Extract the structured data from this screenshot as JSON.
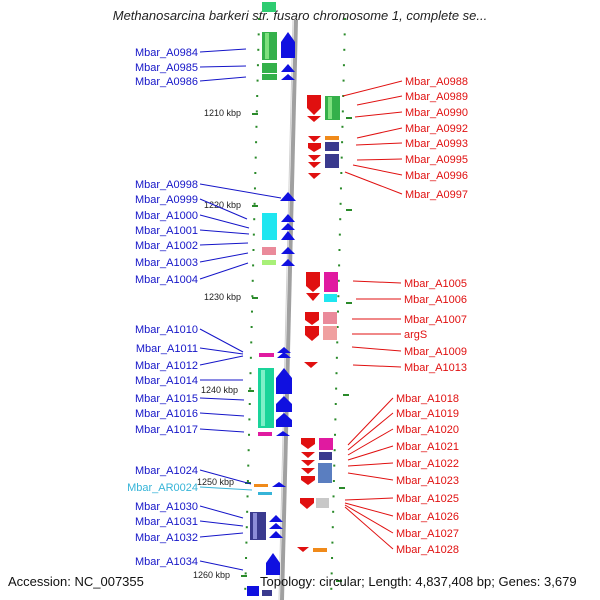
{
  "title": "Methanosarcina barkeri str. fusaro chromosome 1, complete se...",
  "footer": {
    "accession": "Accession: NC_007355",
    "topology": "Topology: circular; Length: 4,837,408 bp; Genes: 3,679"
  },
  "colors": {
    "left_label": "#1515c8",
    "right_label": "#e01010",
    "rna_label": "#36b4d8",
    "backbone": "#a0a0a0",
    "tick": "#2a8a2a"
  },
  "kbp_ticks": [
    "1210 kbp",
    "1220 kbp",
    "1230 kbp",
    "1240 kbp",
    "1250 kbp",
    "1260 kbp"
  ],
  "left_labels": [
    {
      "text": "Mbar_A0984",
      "type": "cds"
    },
    {
      "text": "Mbar_A0985",
      "type": "cds"
    },
    {
      "text": "Mbar_A0986",
      "type": "cds"
    },
    {
      "text": "Mbar_A0998",
      "type": "cds"
    },
    {
      "text": "Mbar_A0999",
      "type": "cds"
    },
    {
      "text": "Mbar_A1000",
      "type": "cds"
    },
    {
      "text": "Mbar_A1001",
      "type": "cds"
    },
    {
      "text": "Mbar_A1002",
      "type": "cds"
    },
    {
      "text": "Mbar_A1003",
      "type": "cds"
    },
    {
      "text": "Mbar_A1004",
      "type": "cds"
    },
    {
      "text": "Mbar_A1010",
      "type": "cds"
    },
    {
      "text": "Mbar_A1011",
      "type": "cds"
    },
    {
      "text": "Mbar_A1012",
      "type": "cds"
    },
    {
      "text": "Mbar_A1014",
      "type": "cds"
    },
    {
      "text": "Mbar_A1015",
      "type": "cds"
    },
    {
      "text": "Mbar_A1016",
      "type": "cds"
    },
    {
      "text": "Mbar_A1017",
      "type": "cds"
    },
    {
      "text": "Mbar_A1024",
      "type": "cds"
    },
    {
      "text": "Mbar_AR0024",
      "type": "rna"
    },
    {
      "text": "Mbar_A1030",
      "type": "cds"
    },
    {
      "text": "Mbar_A1031",
      "type": "cds"
    },
    {
      "text": "Mbar_A1032",
      "type": "cds"
    },
    {
      "text": "Mbar_A1034",
      "type": "cds"
    }
  ],
  "right_labels": [
    "Mbar_A0988",
    "Mbar_A0989",
    "Mbar_A0990",
    "Mbar_A0992",
    "Mbar_A0993",
    "Mbar_A0995",
    "Mbar_A0996",
    "Mbar_A0997",
    "Mbar_A1005",
    "Mbar_A1006",
    "Mbar_A1007",
    "argS",
    "Mbar_A1009",
    "Mbar_A1013",
    "Mbar_A1018",
    "Mbar_A1019",
    "Mbar_A1020",
    "Mbar_A1021",
    "Mbar_A1022",
    "Mbar_A1023",
    "Mbar_A1025",
    "Mbar_A1026",
    "Mbar_A1027",
    "Mbar_A1028"
  ]
}
